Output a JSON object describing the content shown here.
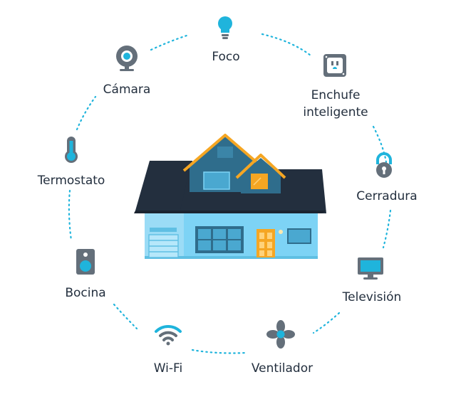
{
  "colors": {
    "accent": "#1fb4dc",
    "ink": "#232f3e",
    "gray": "#646f7a",
    "roof_dark": "#232f3e",
    "wall_light": "#7dd3f5",
    "wall_blue": "#2f6d8c",
    "trim_orange": "#f5a623"
  },
  "devices": [
    {
      "id": "foco",
      "label": "Foco",
      "icon": "lightbulb-icon"
    },
    {
      "id": "enchufe",
      "label": "Enchufe inteligente",
      "label_lines": [
        "Enchufe",
        "inteligente"
      ],
      "icon": "smart-plug-icon"
    },
    {
      "id": "cerradura",
      "label": "Cerradura",
      "icon": "lock-icon"
    },
    {
      "id": "television",
      "label": "Televisión",
      "icon": "television-icon"
    },
    {
      "id": "ventilador",
      "label": "Ventilador",
      "icon": "fan-icon"
    },
    {
      "id": "wifi",
      "label": "Wi-Fi",
      "icon": "wifi-icon"
    },
    {
      "id": "bocina",
      "label": "Bocina",
      "icon": "speaker-icon"
    },
    {
      "id": "termostato",
      "label": "Termostato",
      "icon": "thermometer-icon"
    },
    {
      "id": "camara",
      "label": "Cámara",
      "icon": "camera-icon"
    }
  ]
}
